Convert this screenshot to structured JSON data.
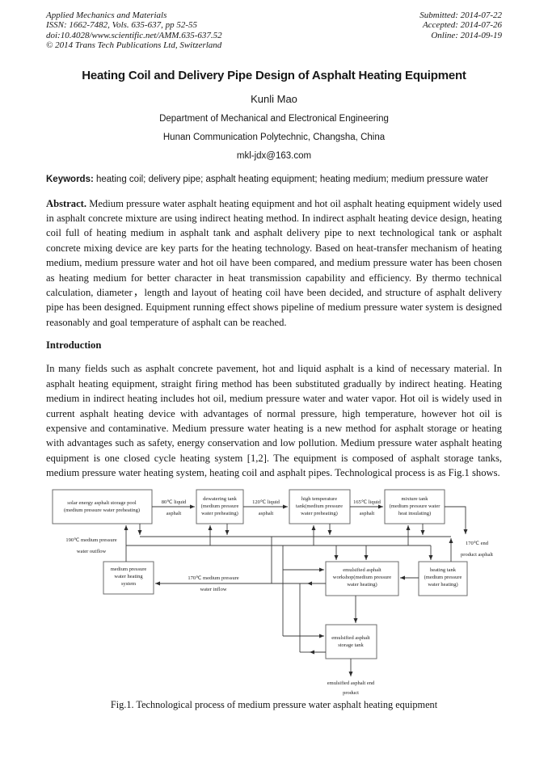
{
  "colors": {
    "background": "#ffffff",
    "text": "#171717",
    "diagram_line": "#3c3c3c",
    "box_border": "#6b6b6b"
  },
  "header": {
    "left": [
      "Applied Mechanics and Materials",
      "ISSN: 1662-7482, Vols. 635-637, pp 52-55",
      "doi:10.4028/www.scientific.net/AMM.635-637.52",
      "© 2014 Trans Tech Publications Ltd, Switzerland"
    ],
    "right": [
      "Submitted: 2014-07-22",
      "Accepted: 2014-07-26",
      "Online: 2014-09-19"
    ]
  },
  "title": "Heating Coil and Delivery Pipe Design of Asphalt Heating Equipment",
  "author": {
    "name": "Kunli Mao",
    "department": "Department of Mechanical and Electronical Engineering",
    "institution": "Hunan Communication Polytechnic, Changsha, China",
    "email": "mkl-jdx@163.com"
  },
  "keywords": {
    "label": "Keywords:",
    "text": "heating coil; delivery pipe; asphalt heating equipment; heating medium; medium pressure water"
  },
  "abstract": {
    "label": "Abstract.",
    "text": "Medium pressure water asphalt heating equipment and hot oil asphalt heating equipment widely used in asphalt concrete mixture are using indirect heating method. In indirect asphalt heating device design, heating coil full of heating medium in asphalt tank and asphalt delivery pipe to next technological tank or asphalt concrete mixing device are key parts for the heating technology. Based on heat-transfer mechanism of heating medium, medium pressure water and hot oil have been compared, and medium pressure water has been chosen as heating medium for better character in heat transmission capability and efficiency. By thermo technical calculation, diameter，length and layout of heating coil have been decided, and structure of asphalt delivery pipe has been designed. Equipment running effect shows pipeline of medium pressure water system is designed reasonably and goal temperature of asphalt can be reached."
  },
  "introduction": {
    "heading": "Introduction",
    "text": "In many fields such as asphalt concrete pavement, hot and liquid asphalt is a kind of necessary material. In asphalt heating equipment, straight firing method has been substituted gradually by indirect heating. Heating medium in indirect heating includes hot oil, medium pressure water and water vapor. Hot oil is widely used in current asphalt heating device with advantages of normal pressure, high temperature, however hot oil is expensive and contaminative. Medium pressure water heating is a new method for asphalt storage or heating with advantages such as safety, energy conservation and low pollution. Medium pressure water asphalt heating equipment is one closed cycle heating system [1,2]. The equipment is composed of asphalt storage tanks, medium pressure water heating system, heating coil and asphalt pipes. Technological process is as Fig.1 shows."
  },
  "figure": {
    "caption": "Fig.1. Technological process of medium pressure water asphalt heating equipment",
    "boxes": {
      "solar_pool": [
        "solar energy asphalt storage pool",
        "(medium pressure water preheating)"
      ],
      "dewatering": [
        "dewatering tank",
        "(medium pressure",
        "water preheating)"
      ],
      "high_temp": [
        "high temperature",
        "tank(medium pressure",
        "water preheating)"
      ],
      "mixture": [
        "mixture tank",
        "(medium pressure water",
        "heat insulating)"
      ],
      "heating_system": [
        "medium pressure",
        "water heating",
        "system"
      ],
      "workshop": [
        "emulsified asphalt",
        "workshop(medium pressure",
        "water heating)"
      ],
      "heating_tank": [
        "heating tank",
        "(medium pressure",
        "water heating)"
      ],
      "storage_tank": [
        "emulsified asphalt",
        "storage tank"
      ]
    },
    "labels": {
      "t80": [
        "80℃ liquid",
        "asphalt"
      ],
      "t120": [
        "120℃ liquid",
        "asphalt"
      ],
      "t165": [
        "165℃ liquid",
        "asphalt"
      ],
      "outflow": [
        "190℃ medium pressure",
        "water outflow"
      ],
      "inflow": [
        "170℃ medium pressure",
        "water inflow"
      ],
      "end_product": [
        "170℃ end",
        "product asphalt"
      ],
      "final_product": [
        "emulsified asphalt end",
        "product"
      ]
    }
  }
}
